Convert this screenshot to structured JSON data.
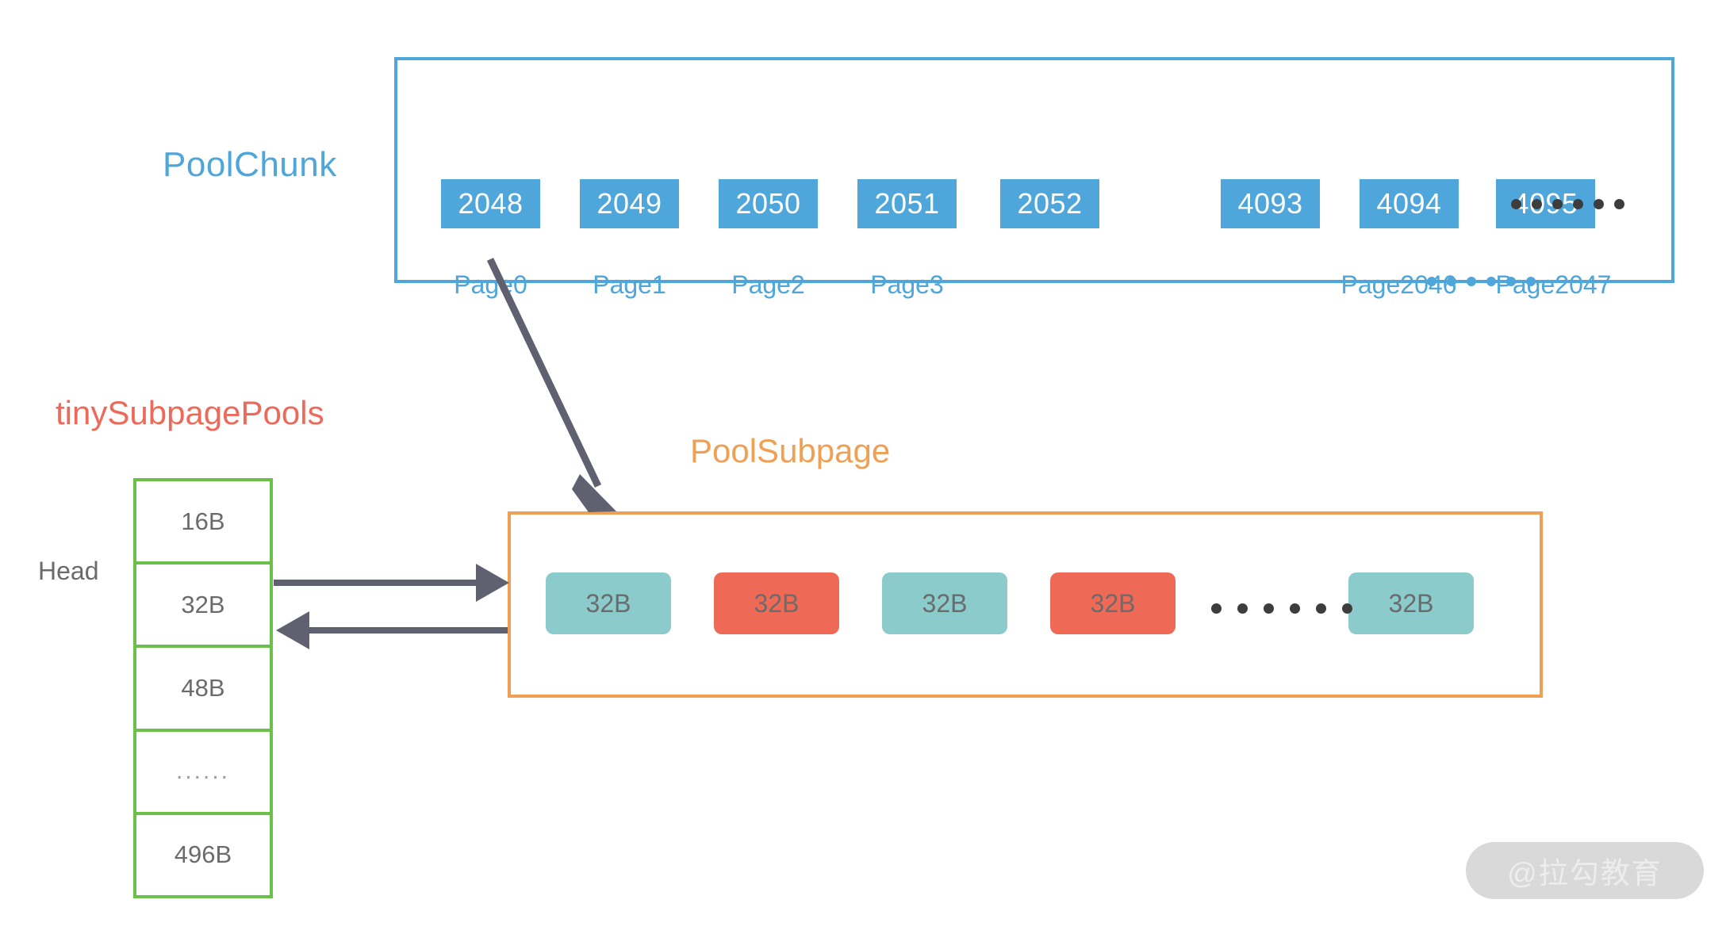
{
  "poolchunk": {
    "title": "PoolChunk",
    "accent_color": "#4ea6da",
    "pages": [
      {
        "id": "2048",
        "label": "Page0"
      },
      {
        "id": "2049",
        "label": "Page1"
      },
      {
        "id": "2050",
        "label": "Page2"
      },
      {
        "id": "2051",
        "label": "Page3"
      },
      {
        "id": "2052",
        "label": ""
      },
      {
        "id": "4093",
        "label": ""
      },
      {
        "id": "4094",
        "label": "Page2046"
      },
      {
        "id": "4095",
        "label": "Page2047"
      }
    ],
    "ellipsis": "......"
  },
  "tiny_subpage_pools": {
    "title": "tinySubpagePools",
    "accent_color": "#eb6a5a",
    "head_label": "Head",
    "border_color": "#6dbf4b",
    "cells": [
      {
        "label": "16B"
      },
      {
        "label": "32B"
      },
      {
        "label": "48B"
      },
      {
        "label": "......"
      },
      {
        "label": "496B"
      }
    ]
  },
  "poolsubpage": {
    "title": "PoolSubpage",
    "accent_color": "#f0a055",
    "chips": [
      {
        "label": "32B",
        "state": "free"
      },
      {
        "label": "32B",
        "state": "used"
      },
      {
        "label": "32B",
        "state": "free"
      },
      {
        "label": "32B",
        "state": "used"
      },
      {
        "label": "32B",
        "state": "free"
      }
    ],
    "free_color": "#8bcbcb",
    "used_color": "#ef6a56",
    "ellipsis": "......"
  },
  "arrows": {
    "chunk_to_subpage": "Page0 allocates a PoolSubpage",
    "pool_to_subpage": "link forward",
    "subpage_to_pool": "link backward",
    "color": "#5f6070"
  },
  "watermark": {
    "text": "@拉勾教育"
  }
}
